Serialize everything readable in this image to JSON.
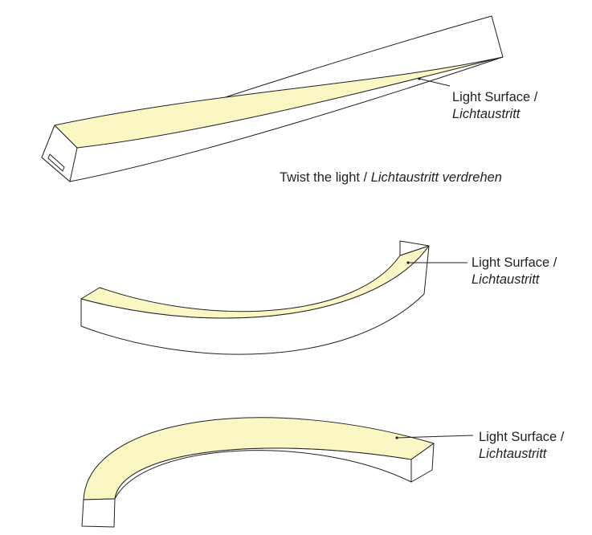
{
  "caption": {
    "main": "Twist the light / ",
    "italic": "Lichtaustritt verdrehen"
  },
  "callouts": [
    {
      "line1": "Light Surface /",
      "line2": "Lichtaustritt"
    },
    {
      "line1": "Light Surface /",
      "line2": "Lichtaustritt"
    },
    {
      "line1": "Light Surface /",
      "line2": "Lichtaustritt"
    }
  ],
  "colors": {
    "light_surface": "#fbf7c4",
    "outline": "#231f20",
    "body": "#ffffff"
  }
}
